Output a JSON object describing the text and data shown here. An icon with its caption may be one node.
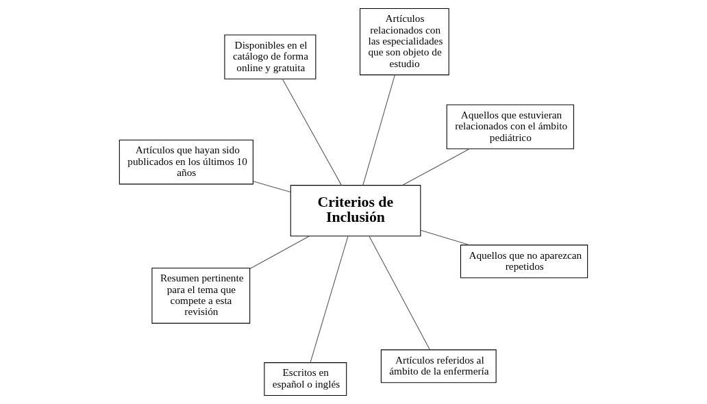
{
  "diagram": {
    "nodes": [
      {
        "text": [
          "Artículos que hayan sido publicados en los últimos 10 años"
        ]
      },
      {
        "text": [
          "Aquellos que estuvieran relacionados con el ámbito pediátrico"
        ]
      },
      {
        "text": [
          "Artículos referidos al ámbito de la enfermería"
        ]
      },
      {
        "text": [
          "Artículos relacionados con las especialidades que son objeto de estudio"
        ]
      },
      {
        "text": [
          "Criterios de Inclusión"
        ]
      },
      {
        "text": [
          "Disponibles en el catálogo de forma online y gratuita"
        ]
      },
      {
        "text": [
          "Resumen pertinente para el tema que compete a esta revisión"
        ]
      },
      {
        "text": [
          "Aquellos que no aparezcan repetidos"
        ]
      },
      {
        "text": [
          "Escritos en español o inglés"
        ]
      }
    ],
    "edges": [
      {
        "from": 4,
        "to": 0,
        "arrow": "none"
      },
      {
        "from": 4,
        "to": 1,
        "arrow": "none"
      },
      {
        "from": 4,
        "to": 2,
        "arrow": "none"
      },
      {
        "from": 4,
        "to": 3,
        "arrow": "none"
      },
      {
        "from": 4,
        "to": 5,
        "arrow": "none"
      },
      {
        "from": 4,
        "to": 6,
        "arrow": "none"
      },
      {
        "from": 4,
        "to": 7,
        "arrow": "none"
      },
      {
        "from": 4,
        "to": 8,
        "arrow": "none"
      }
    ]
  }
}
